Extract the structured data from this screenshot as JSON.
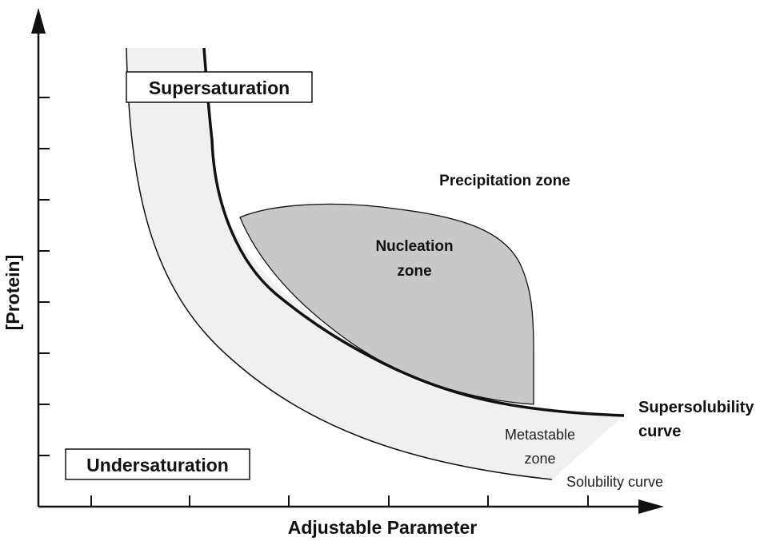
{
  "axes": {
    "x_label": "Adjustable Parameter",
    "y_label": "[Protein]"
  },
  "regions": {
    "supersaturation": "Supersaturation",
    "undersaturation": "Undersaturation",
    "precipitation": "Precipitation zone",
    "nucleation_line1": "Nucleation",
    "nucleation_line2": "zone",
    "metastable_line1": "Metastable",
    "metastable_line2": "zone"
  },
  "curves": {
    "supersolubility_line1": "Supersolubility",
    "supersolubility_line2": "curve",
    "solubility": "Solubility curve"
  },
  "colors": {
    "nucleation_fill": "#c8c8c8",
    "metastable_fill": "#f0f0f0",
    "line": "#111111",
    "background": "#ffffff"
  }
}
